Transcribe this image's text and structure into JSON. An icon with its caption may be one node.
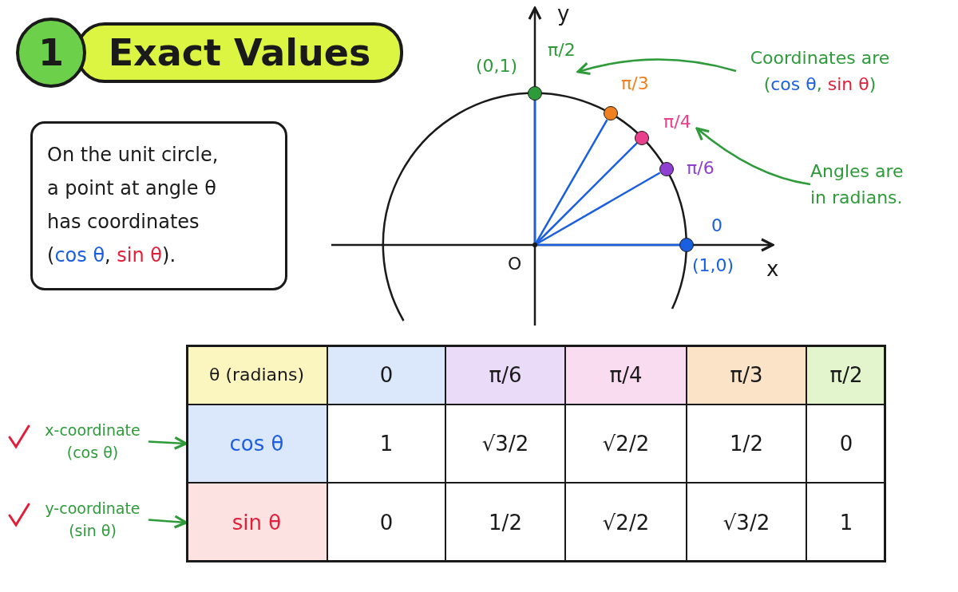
{
  "diagram": {
    "title": "Exact Values",
    "nodes": [
      {
        "text": [
          "On the unit circle, a point at angle θ has coordinates",
          "(cos θ, sin θ)."
        ]
      },
      {
        "text": [],
        "shape": "circle",
        "beside": [
          "(0,1)",
          "π/2"
        ]
      },
      {
        "text": [],
        "shape": "circle",
        "beside": [
          "π/3"
        ]
      },
      {
        "text": [],
        "shape": "circle",
        "beside": [
          "π/4"
        ]
      },
      {
        "text": [],
        "shape": "circle",
        "beside": [
          "π/6"
        ]
      },
      {
        "text": [],
        "shape": "circle",
        "beside": [
          "0",
          "(1,0)"
        ]
      },
      {
        "text": [
          "Coordinates are",
          "(cos θ, sin θ)"
        ]
      },
      {
        "text": [
          "Angles are in radians."
        ]
      },
      {
        "text": [
          "x-coordinate (cos θ)"
        ]
      },
      {
        "text": [
          "y-coordinate (sin θ)"
        ]
      },
      {
        "text": [
          "cos θ"
        ]
      },
      {
        "text": [
          "sin θ"
        ]
      },
      {
        "text": [],
        "shape": "point",
        "beside": [
          "O"
        ]
      }
    ],
    "edges": [
      {
        "from": 6,
        "to": 1,
        "arrow": "to",
        "color": "#2e9b3a"
      },
      {
        "from": 7,
        "to": 3,
        "arrow": "to",
        "color": "#2e9b3a"
      },
      {
        "from": 8,
        "to": 10,
        "arrow": "to",
        "color": "#2e9b3a"
      },
      {
        "from": 9,
        "to": 11,
        "arrow": "to",
        "color": "#2e9b3a"
      },
      {
        "from": 12,
        "to": 1,
        "arrow": "none"
      },
      {
        "from": 12,
        "to": 2,
        "arrow": "none"
      },
      {
        "from": 12,
        "to": 3,
        "arrow": "none"
      },
      {
        "from": 12,
        "to": 4,
        "arrow": "none"
      },
      {
        "from": 12,
        "to": 5,
        "arrow": "none"
      }
    ],
    "labels": [
      "1",
      "y",
      "x",
      "θ (radians)",
      "0",
      "π/6",
      "π/4",
      "π/3",
      "π/2",
      "1",
      "√3/2",
      "√2/2",
      "1/2",
      "0",
      "0",
      "1/2",
      "√2/2",
      "√3/2",
      "1"
    ]
  }
}
